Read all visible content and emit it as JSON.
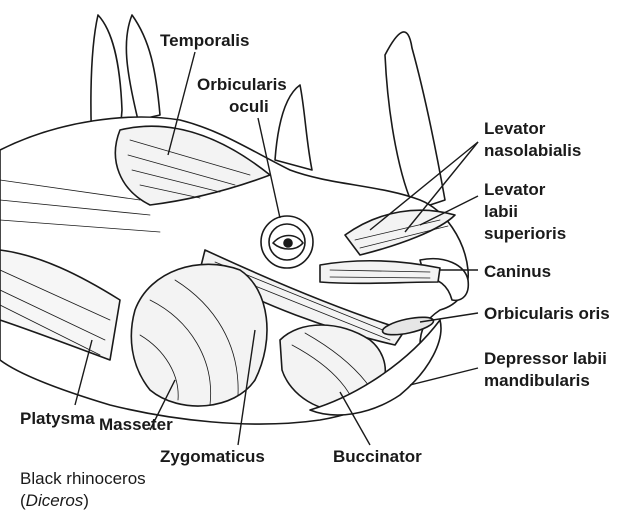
{
  "labels": {
    "temporalis": "Temporalis",
    "orbicularis_oculi_1": "Orbicularis",
    "orbicularis_oculi_2": "oculi",
    "levator_nasolabialis_1": "Levator",
    "levator_nasolabialis_2": "nasolabialis",
    "levator_labii_1": "Levator",
    "levator_labii_2": "labii",
    "levator_labii_3": "superioris",
    "caninus": "Caninus",
    "orbicularis_oris": "Orbicularis oris",
    "depressor_1": "Depressor labii",
    "depressor_2": "mandibularis",
    "platysma": "Platysma",
    "masseter": "Masseter",
    "zygomaticus": "Zygomaticus",
    "buccinator": "Buccinator"
  },
  "caption": {
    "line1": "Black rhinoceros",
    "open_paren": "(",
    "genus": "Diceros",
    "close_paren": ")"
  },
  "colors": {
    "ink": "#1a1a1a",
    "background": "#ffffff"
  }
}
